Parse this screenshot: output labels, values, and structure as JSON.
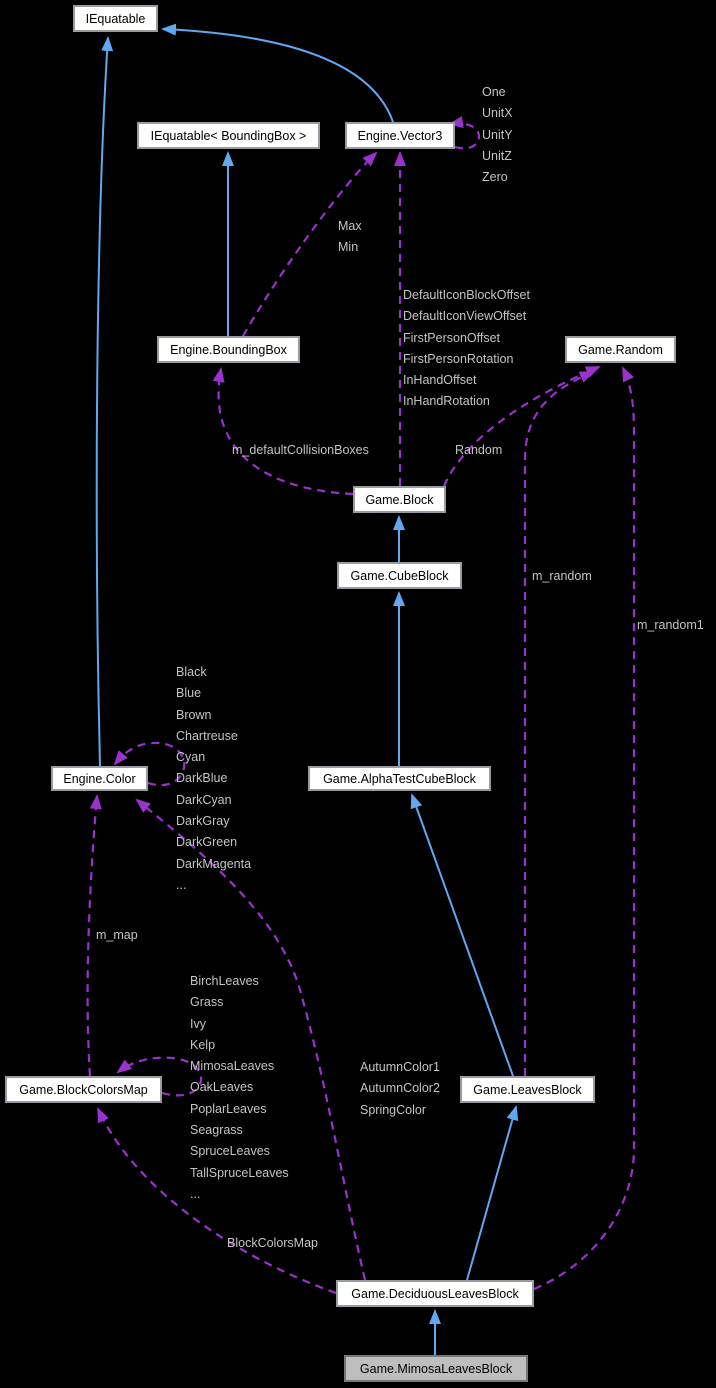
{
  "diagram": {
    "title": "Collaboration graph for Game.MimosaLeavesBlock",
    "colors": {
      "background": "#000000",
      "inheritance_edge": "#61a7f2",
      "usage_edge": "#9a32cd",
      "edge_label_text": "#c4c4c4",
      "node_fill": "#ffffff",
      "node_border": "#969ca2",
      "node_text": "#000000",
      "current_node_fill": "#bebebe",
      "current_node_border": "#767676"
    },
    "nodes": {
      "iequatable": {
        "label": "IEquatable"
      },
      "iequatable_boundingbox": {
        "label": "IEquatable< BoundingBox >"
      },
      "vector3": {
        "label": "Engine.Vector3"
      },
      "boundingbox": {
        "label": "Engine.BoundingBox"
      },
      "random": {
        "label": "Game.Random"
      },
      "block": {
        "label": "Game.Block"
      },
      "cubeblock": {
        "label": "Game.CubeBlock"
      },
      "color": {
        "label": "Engine.Color"
      },
      "alphatestcubeblock": {
        "label": "Game.AlphaTestCubeBlock"
      },
      "blockcolorsmap": {
        "label": "Game.BlockColorsMap"
      },
      "leavesblock": {
        "label": "Game.LeavesBlock"
      },
      "deciduousleavesblock": {
        "label": "Game.DeciduousLeavesBlock"
      },
      "mimosaleavesblock": {
        "label": "Game.MimosaLeavesBlock"
      }
    },
    "edge_labels": {
      "vector3_self_members": [
        "One",
        "UnitX",
        "UnitY",
        "UnitZ",
        "Zero"
      ],
      "boundingbox_vector3_members": [
        "Max",
        "Min"
      ],
      "block_vector3_members": [
        "DefaultIconBlockOffset",
        "DefaultIconViewOffset",
        "FirstPersonOffset",
        "FirstPersonRotation",
        "InHandOffset",
        "InHandRotation"
      ],
      "block_boundingbox_member": "m_defaultCollisionBoxes",
      "block_random_member": "Random",
      "leavesblock_random_member": "m_random",
      "deciduous_random_member": "m_random1",
      "color_self_members": [
        "Black",
        "Blue",
        "Brown",
        "Chartreuse",
        "Cyan",
        "DarkBlue",
        "DarkCyan",
        "DarkGray",
        "DarkGreen",
        "DarkMagenta",
        "..."
      ],
      "blockcolorsmap_color_member": "m_map",
      "blockcolorsmap_self_members": [
        "BirchLeaves",
        "Grass",
        "Ivy",
        "Kelp",
        "MimosaLeaves",
        "OakLeaves",
        "PoplarLeaves",
        "Seagrass",
        "SpruceLeaves",
        "TallSpruceLeaves",
        "..."
      ],
      "deciduous_color_members": [
        "AutumnColor1",
        "AutumnColor2",
        "SpringColor"
      ],
      "deciduous_blockcolorsmap_member": "BlockColorsMap"
    }
  }
}
